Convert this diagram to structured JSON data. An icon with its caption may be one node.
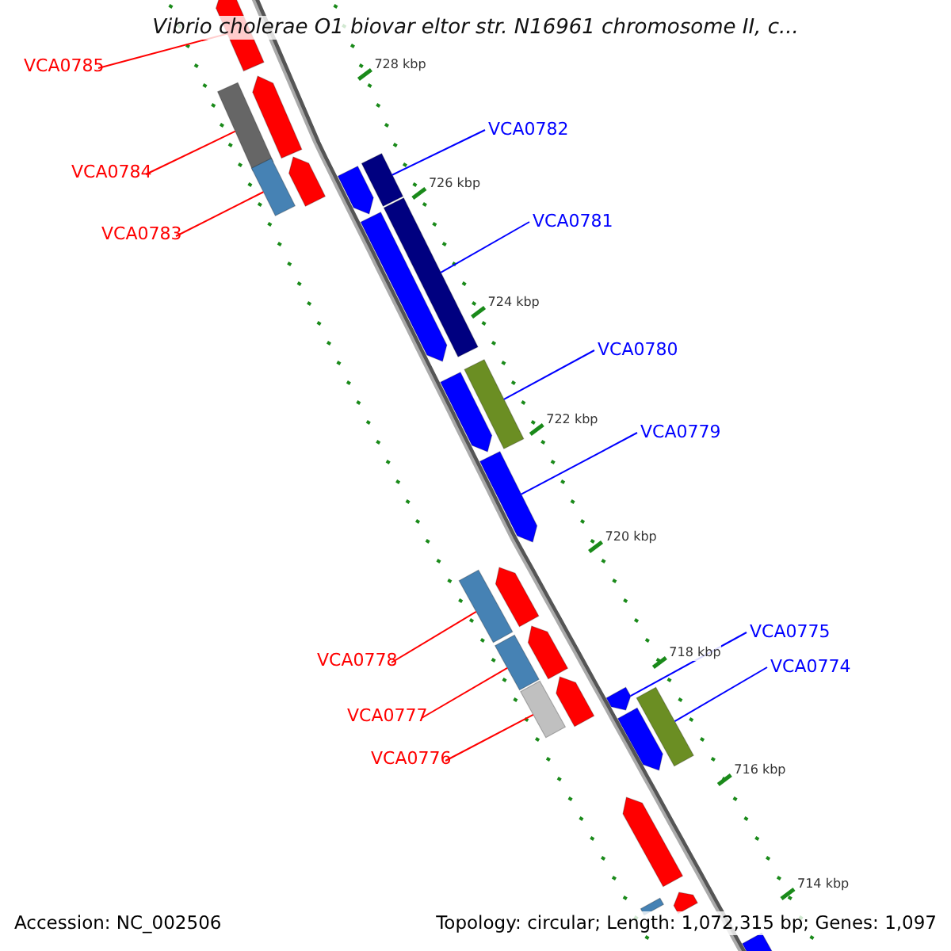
{
  "diagram": {
    "title": "Vibrio cholerae O1 biovar eltor str. N16961 chromosome II, c...",
    "nodes": [
      {
        "text": [
          "VCA0785"
        ]
      },
      {
        "text": [],
        "shape": "bar"
      },
      {
        "text": [
          "VCA0784"
        ]
      },
      {
        "text": [],
        "shape": "bar"
      },
      {
        "text": [
          "VCA0783"
        ]
      },
      {
        "text": [],
        "shape": "bar"
      },
      {
        "text": [
          "VCA0782"
        ]
      },
      {
        "text": [],
        "shape": "bar"
      },
      {
        "text": [
          "VCA0781"
        ]
      },
      {
        "text": [],
        "shape": "bar"
      },
      {
        "text": [
          "VCA0780"
        ]
      },
      {
        "text": [],
        "shape": "bar"
      },
      {
        "text": [
          "VCA0779"
        ]
      },
      {
        "text": [],
        "shape": "bar"
      },
      {
        "text": [
          "VCA0778"
        ]
      },
      {
        "text": [],
        "shape": "bar"
      },
      {
        "text": [
          "VCA0777"
        ]
      },
      {
        "text": [],
        "shape": "bar"
      },
      {
        "text": [
          "VCA0776"
        ]
      },
      {
        "text": [],
        "shape": "bar"
      },
      {
        "text": [
          "VCA0775"
        ]
      },
      {
        "text": [],
        "shape": "bar"
      },
      {
        "text": [
          "VCA0774"
        ]
      },
      {
        "text": [],
        "shape": "bar"
      },
      {
        "text": [],
        "shape": "bar"
      },
      {
        "text": [],
        "shape": "bar"
      },
      {
        "text": [],
        "shape": "bar"
      },
      {
        "text": [],
        "shape": "bar"
      },
      {
        "text": [],
        "shape": "bar"
      },
      {
        "text": [],
        "shape": "bar"
      },
      {
        "text": [],
        "shape": "bar"
      },
      {
        "text": [],
        "shape": "bar"
      },
      {
        "text": [],
        "shape": "bar"
      },
      {
        "text": [],
        "shape": "bar"
      },
      {
        "text": [],
        "shape": "bar"
      },
      {
        "text": [],
        "shape": "bar"
      },
      {
        "text": [],
        "shape": "bar"
      }
    ],
    "edges": [
      {
        "from": 0,
        "to": 1,
        "arrow": "none"
      },
      {
        "from": 2,
        "to": 3,
        "arrow": "none"
      },
      {
        "from": 4,
        "to": 5,
        "arrow": "none"
      },
      {
        "from": 6,
        "to": 7,
        "arrow": "none",
        "color": "#0000ff"
      },
      {
        "from": 8,
        "to": 9,
        "arrow": "none",
        "color": "#0000ff"
      },
      {
        "from": 10,
        "to": 11,
        "arrow": "none",
        "color": "#0000ff"
      },
      {
        "from": 12,
        "to": 13,
        "arrow": "none",
        "color": "#0000ff"
      },
      {
        "from": 14,
        "to": 15,
        "arrow": "none"
      },
      {
        "from": 16,
        "to": 17,
        "arrow": "none"
      },
      {
        "from": 18,
        "to": 19,
        "arrow": "none"
      },
      {
        "from": 20,
        "to": 21,
        "arrow": "none",
        "color": "#0000ff"
      },
      {
        "from": 22,
        "to": 23,
        "arrow": "none",
        "color": "#0000ff"
      }
    ],
    "labels": [
      "728 kbp",
      "726 kbp",
      "724 kbp",
      "722 kbp",
      "720 kbp",
      "718 kbp",
      "716 kbp",
      "714 kbp",
      "Accession: NC_002506",
      "Topology: circular; Length: 1,072,315 bp; Genes: 1,097"
    ]
  }
}
